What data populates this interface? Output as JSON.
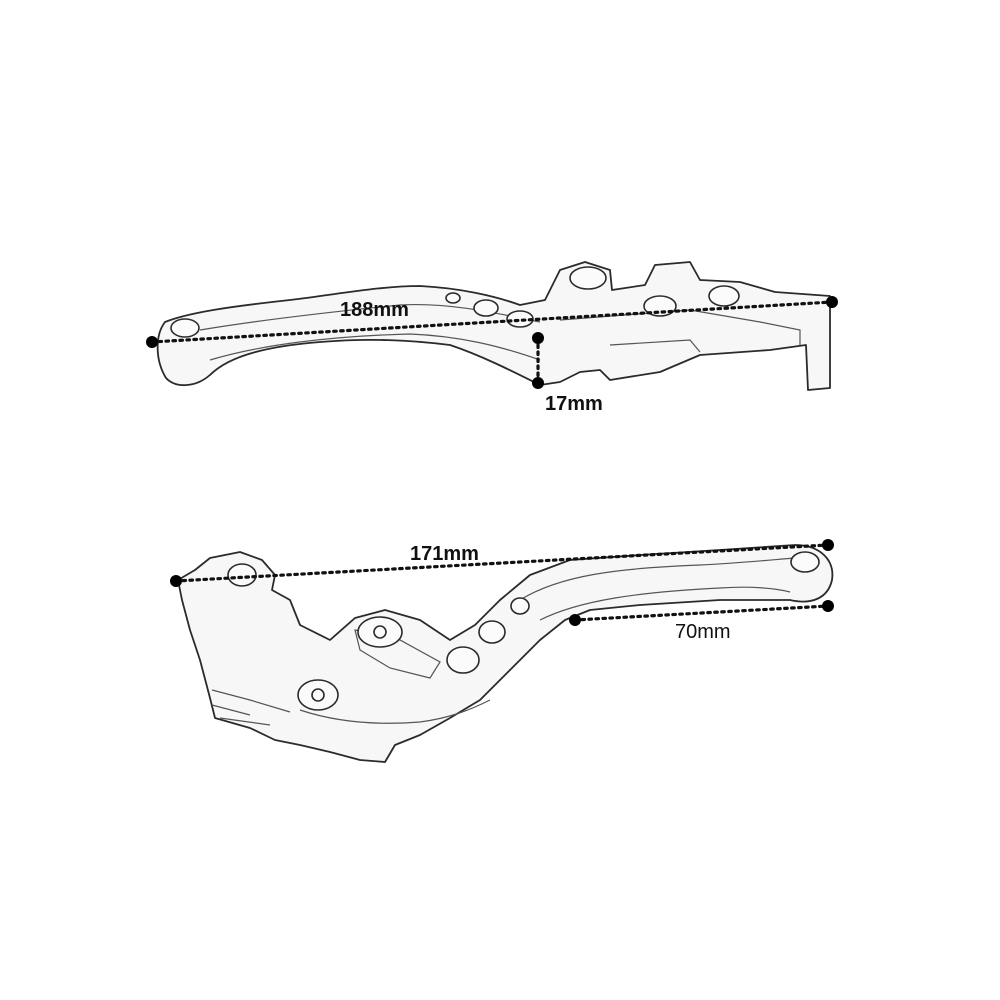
{
  "diagram": {
    "top_lever": {
      "length_label": "188mm",
      "height_label": "17mm"
    },
    "bottom_lever": {
      "length_label": "171mm",
      "grip_label": "70mm"
    }
  }
}
